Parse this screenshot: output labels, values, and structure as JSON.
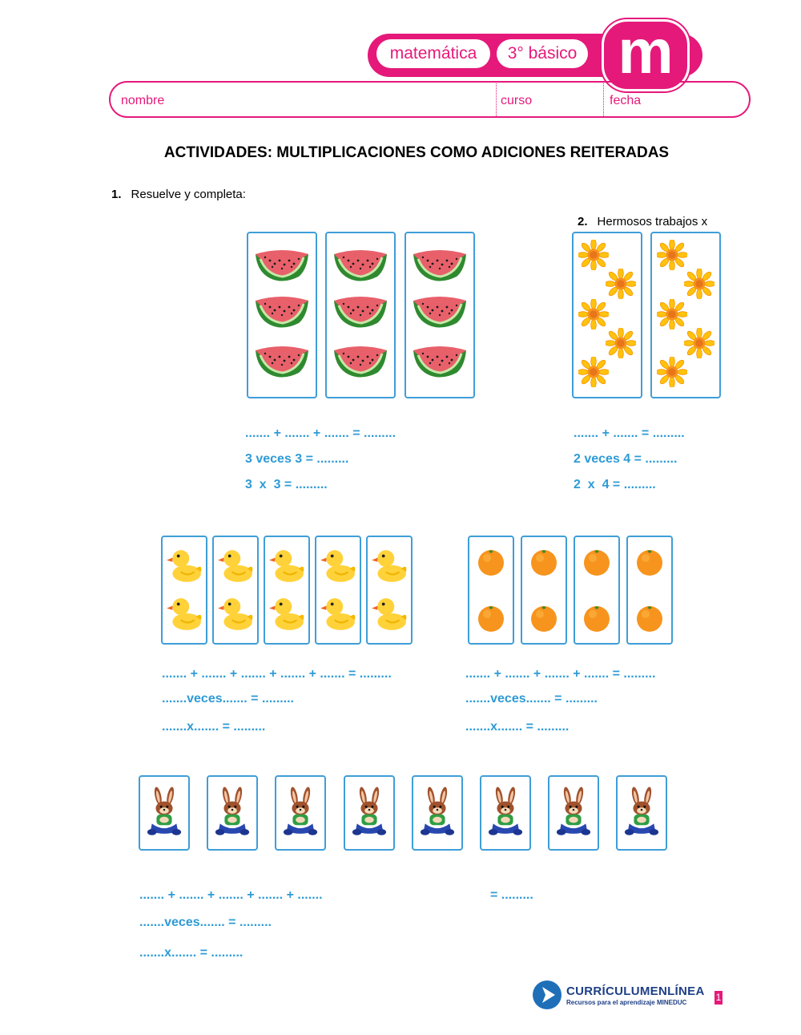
{
  "header": {
    "subject": "matemática",
    "grade": "3° básico",
    "badge": "m",
    "name_label": "nombre",
    "course_label": "curso",
    "date_label": "fecha"
  },
  "title": "ACTIVIDADES: MULTIPLICACIONES COMO ADICIONES REITERADAS",
  "q1": {
    "number": "1.",
    "text": "Resuelve y completa:"
  },
  "q2": {
    "number": "2.",
    "text": "Hermosos trabajos x"
  },
  "groups": {
    "watermelon": {
      "icon": "watermelon-icon",
      "lines": [
        "....... + ....... + ....... = .........",
        "3 veces 3 = .........",
        "3  x  3 = ........."
      ]
    },
    "flowers": {
      "icon": "sunflower-icon",
      "lines": [
        "....... + ....... = .........",
        "2 veces 4 = .........",
        "2  x  4 = ........."
      ]
    },
    "ducks": {
      "icon": "duck-icon",
      "lines": [
        "....... + ....... + ....... + ....... + ....... = .........",
        ".......veces....... = .........",
        ".......x....... = ........."
      ]
    },
    "oranges": {
      "icon": "orange-icon",
      "lines": [
        "....... + ....... + ....... + ....... = .........",
        ".......veces....... = .........",
        ".......x....... = ........."
      ]
    },
    "bunnies": {
      "icon": "bunny-icon",
      "line1": "....... + ....... + ....... + ....... + .......",
      "line1_result": "= .........",
      "line2": ".......veces....... = .........",
      "line3": ".......x....... = ........."
    }
  },
  "footer": {
    "brand": "CURRÍCULUMENLÍNEA",
    "tagline": "Recursos para el aprendizaje MINEDUC",
    "page": "1"
  },
  "colors": {
    "accent": "#e5197a",
    "blue": "#2e9bd6",
    "card_border": "#3f9ed8"
  }
}
